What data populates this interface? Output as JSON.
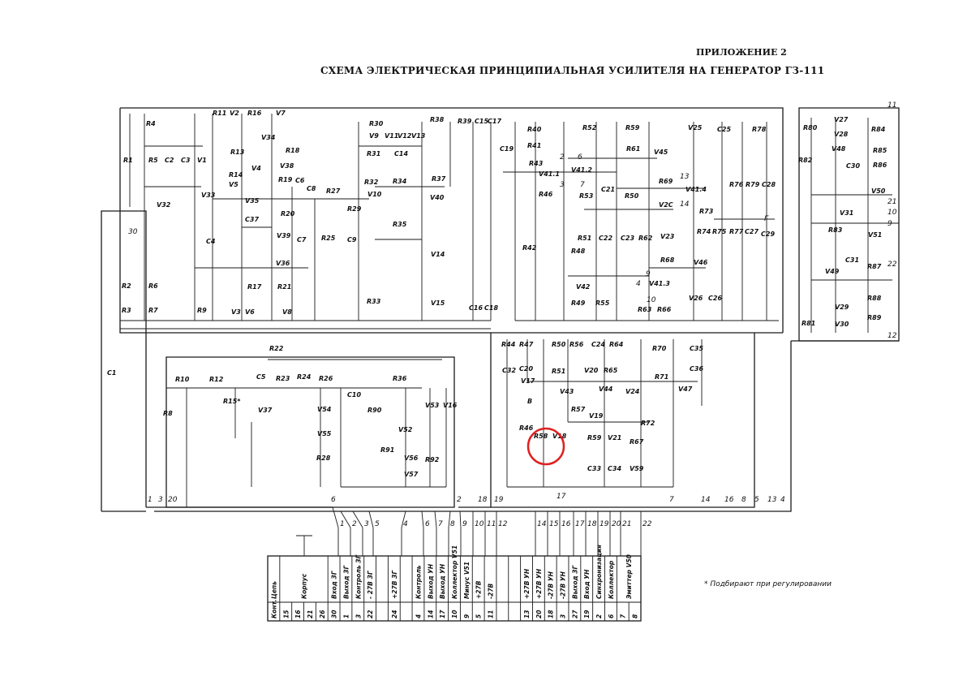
{
  "header": {
    "appendix": "ПРИЛОЖЕНИЕ 2",
    "title": "СХЕМА ЭЛЕКТРИЧЕСКАЯ ПРИНЦИПИАЛЬНАЯ УСИЛИТЕЛЯ НА ГЕНЕРАТОР ГЗ-111"
  },
  "components": [
    "R4",
    "R1",
    "R5",
    "C2",
    "C3",
    "V1",
    "V32",
    "V33",
    "R2",
    "R3",
    "R6",
    "R7",
    "R9",
    "C4",
    "R11",
    "V2",
    "R16",
    "V7",
    "R13",
    "R14",
    "V5",
    "V34",
    "R18",
    "V4",
    "V38",
    "R19",
    "C6",
    "V35",
    "R20",
    "C37",
    "V39",
    "C7",
    "V36",
    "R17",
    "R21",
    "V3",
    "V6",
    "V8",
    "C8",
    "R27",
    "R29",
    "R25",
    "C9",
    "R33",
    "R30",
    "V9",
    "V11",
    "V12",
    "V13",
    "C14",
    "R31",
    "R32",
    "V10",
    "R34",
    "R37",
    "V40",
    "R35",
    "V14",
    "V15",
    "R38",
    "R39",
    "C15",
    "C17",
    "C16",
    "C18",
    "R40",
    "R41",
    "C19",
    "R43",
    "V41.1",
    "V41.2",
    "R46",
    "R53",
    "R52",
    "R59",
    "R61",
    "V45",
    "C21",
    "R50",
    "R42",
    "R48",
    "R51",
    "C22",
    "C23",
    "R62",
    "V2C",
    "V23",
    "R69",
    "V41.4",
    "R68",
    "V46",
    "V41.3",
    "V42",
    "R49",
    "R55",
    "R63",
    "R66",
    "V25",
    "C25",
    "R78",
    "R73",
    "R74",
    "R76",
    "R79",
    "C28",
    "R75",
    "R77",
    "C27",
    "C29",
    "V26",
    "C26",
    "R80",
    "V27",
    "V28",
    "R84",
    "R85",
    "R86",
    "R82",
    "V48",
    "C30",
    "V50",
    "V31",
    "R83",
    "V51",
    "C31",
    "R87",
    "V49",
    "R88",
    "V29",
    "R81",
    "V30",
    "R89",
    "C1",
    "R22",
    "R10",
    "R12",
    "C5",
    "R23",
    "R24",
    "R26",
    "R36",
    "R8",
    "R15*",
    "V37",
    "V54",
    "V55",
    "C10",
    "R28",
    "R90",
    "V53",
    "V16",
    "V52",
    "R91",
    "V56",
    "V57",
    "R92",
    "R44",
    "R47",
    "C32",
    "C20",
    "R50",
    "R56",
    "C24",
    "R64",
    "R70",
    "C35",
    "C36",
    "R51",
    "V20",
    "R65",
    "V17",
    "V43",
    "V44",
    "V24",
    "R71",
    "V47",
    "B",
    "R57",
    "V19",
    "R72",
    "R46",
    "R58",
    "V18",
    "R59",
    "V21",
    "R67",
    "C33",
    "C34",
    "V59"
  ],
  "node_numbers": [
    "1",
    "3",
    "20",
    "6",
    "2",
    "18",
    "19",
    "17",
    "7",
    "14",
    "16",
    "8",
    "5",
    "13",
    "4",
    "11",
    "21",
    "10",
    "9",
    "22",
    "12",
    "30",
    "Г",
    "2",
    "6",
    "3",
    "7",
    "9",
    "13",
    "14",
    "4",
    "10"
  ],
  "connector_pins": [
    "1",
    "2",
    "3",
    "5",
    "4",
    "6",
    "7",
    "8",
    "9",
    "10",
    "11",
    "12",
    "14",
    "15",
    "16",
    "17",
    "18",
    "19",
    "20",
    "21",
    "22"
  ],
  "table": {
    "headers": [
      "Цепь",
      "Корпус",
      "Вход ЗГ",
      "Выход ЗГ",
      "Контроль ЗГ",
      "- 27В ЗГ",
      "",
      "+27В ЗГ",
      "",
      "Контроль",
      "Выход УН",
      "Выход УН",
      "Коллектор V51",
      "Минус V51",
      "+27В",
      "-27В",
      "",
      "",
      "+27В УН",
      "+27В УН",
      "-27В УН",
      "-27В УН",
      "Выход ЗГ",
      "Вход УН",
      "Синхронизация",
      "Коллектор",
      "Эмиттер V50"
    ],
    "numbers": [
      "Конт.",
      "15",
      "16",
      "21",
      "26",
      "30",
      "1",
      "3",
      "22",
      "",
      "24",
      "",
      "4",
      "14",
      "17",
      "10",
      "9",
      "5",
      "11",
      "",
      "",
      "13",
      "20",
      "18",
      "3",
      "27",
      "19",
      "2",
      "6",
      "7",
      "8"
    ]
  },
  "note": "* Подбирают при регулировании",
  "highlight_color": "#e02020"
}
